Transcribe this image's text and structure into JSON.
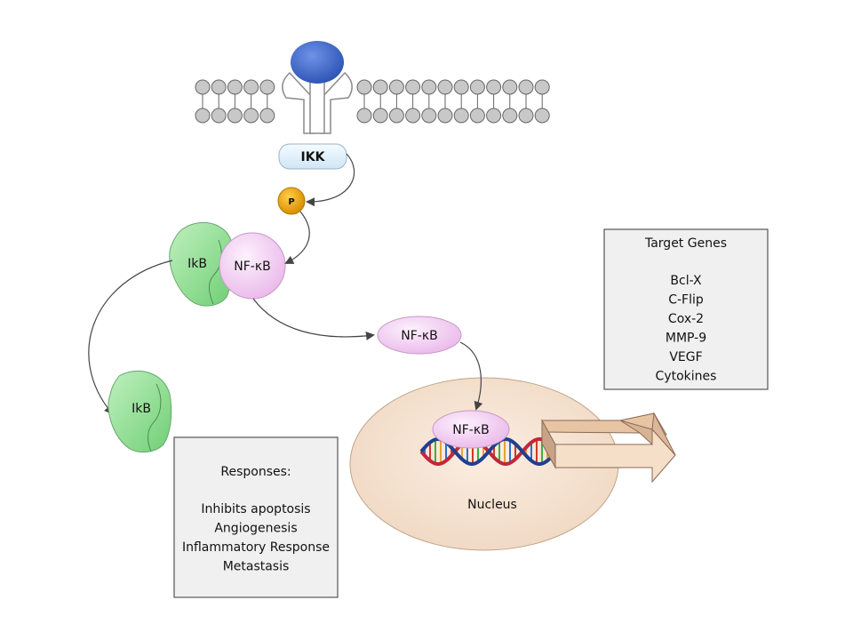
{
  "diagram": {
    "ikk_label": "IKK",
    "phosphate_label": "P",
    "ikb_label": "IkB",
    "nfkb_label": "NF-κB",
    "nucleus_label": "Nucleus",
    "target_genes": {
      "title": "Target Genes",
      "items": [
        "Bcl-X",
        "C-Flip",
        "Cox-2",
        "MMP-9",
        "VEGF",
        "Cytokines"
      ]
    },
    "responses": {
      "title": "Responses:",
      "items": [
        "Inhibits apoptosis",
        "Angiogenesis",
        "Inflammatory Response",
        "Metastasis"
      ]
    },
    "colors": {
      "receptor": "#3f67c9",
      "ikk_fill": "#e3f1fb",
      "phosphate": "#e9a200",
      "ikb": "#86d98a",
      "nfkb": "#f4ccf4",
      "nucleus": "#f6e3d3",
      "arrow3d": "#e9c7a8",
      "box_fill": "#f0f0f0"
    }
  }
}
